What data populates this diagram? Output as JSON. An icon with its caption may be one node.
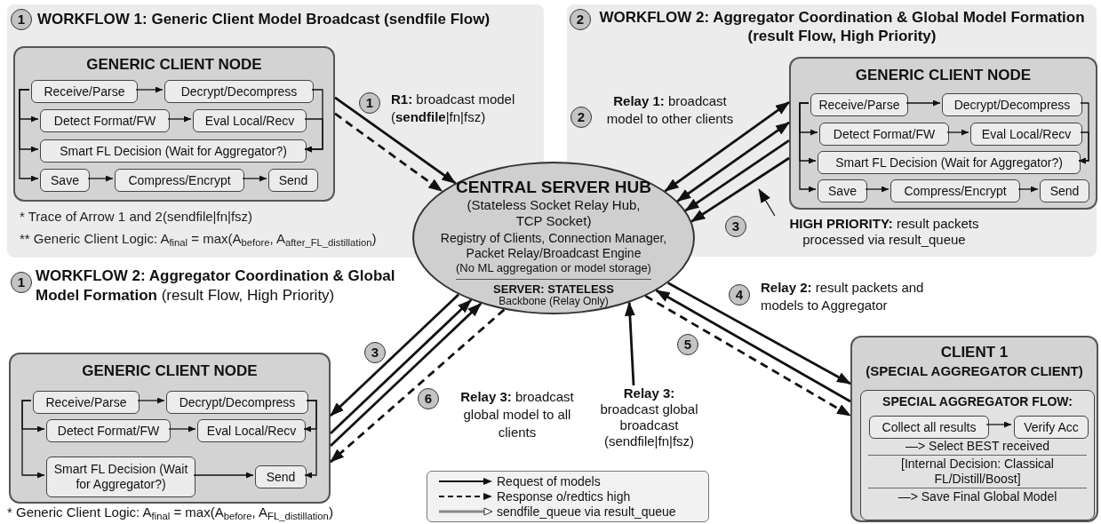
{
  "diagram": {
    "nodes": [
      {
        "text": [
          "WORKFLOW 1: Generic Client Model Broadcast (sendfile Flow)",
          "* Trace of Arrow 1 and 2(sendfile|fn|fsz)",
          "** Generic Client Logic: A$_{final}$ = max(A$_{before}$, A$_{after_FL_distillation}$)"
        ]
      },
      {
        "text": [
          "GENERIC CLIENT NODE"
        ],
        "in": 0
      },
      {
        "text": [
          "Receive/Parse"
        ],
        "in": 1
      },
      {
        "text": [
          "Decrypt/Decompress"
        ],
        "in": 1
      },
      {
        "text": [
          "Detect Format/FW"
        ],
        "in": 1
      },
      {
        "text": [
          "Eval Local/Recv"
        ],
        "in": 1
      },
      {
        "text": [
          "Smart FL Decision (Wait for Aggregator?)"
        ],
        "in": 1
      },
      {
        "text": [
          "Save"
        ],
        "in": 1
      },
      {
        "text": [
          "Compress/Encrypt"
        ],
        "in": 1
      },
      {
        "text": [
          "Send"
        ],
        "in": 1
      },
      {
        "text": [
          "WORKFLOW 2: Aggregator Coordination & Global Model Formation (result Flow, High Priority)"
        ]
      },
      {
        "text": [
          "GENERIC CLIENT NODE"
        ],
        "in": 10
      },
      {
        "text": [
          "Receive/Parse"
        ],
        "in": 11
      },
      {
        "text": [
          "Decrypt/Decompress"
        ],
        "in": 11
      },
      {
        "text": [
          "Detect Format/FW"
        ],
        "in": 11
      },
      {
        "text": [
          "Eval Local/Recv"
        ],
        "in": 11
      },
      {
        "text": [
          "Smart FL Decision (Wait for Aggregator?)"
        ],
        "in": 11
      },
      {
        "text": [
          "Save"
        ],
        "in": 11
      },
      {
        "text": [
          "Compress/Encrypt"
        ],
        "in": 11
      },
      {
        "text": [
          "Send"
        ],
        "in": 11
      },
      {
        "text": [
          "CENTRAL SERVER HUB",
          "(Stateless Socket Relay Hub, TCP Socket)",
          "Registry of Clients, Connection Manager, Packet Relay/Broadcast Engine",
          "(No ML aggregation or model storage)",
          "SERVER: STATELESS",
          "Backbone (Relay Only)"
        ]
      },
      {
        "text": [
          "GENERIC CLIENT NODE"
        ]
      },
      {
        "text": [
          "Receive/Parse"
        ],
        "in": 21
      },
      {
        "text": [
          "Decrypt/Decompress"
        ],
        "in": 21
      },
      {
        "text": [
          "Detect Format/FW"
        ],
        "in": 21
      },
      {
        "text": [
          "Eval Local/Recv"
        ],
        "in": 21
      },
      {
        "text": [
          "Smart FL Decision (Wait for Aggregator?)"
        ],
        "in": 21
      },
      {
        "text": [
          "Send"
        ],
        "in": 21
      },
      {
        "text": [
          "CLIENT 1",
          "(SPECIAL AGGREGATOR CLIENT)"
        ]
      },
      {
        "text": [
          "SPECIAL AGGREGATOR FLOW:",
          "—> Select BEST received",
          "[Internal Decision: Classical FL/Distill/Boost]",
          "—> Save Final Global Model"
        ],
        "in": 28
      },
      {
        "text": [
          "Collect all results"
        ],
        "in": 29
      },
      {
        "text": [
          "Verify Acc"
        ],
        "in": 29
      },
      {
        "text": [
          "**HIGH PRIORITY:** result packets processed via result_queue"
        ],
        "in": 10
      },
      {
        "text": [
          "**Relay 3:** broadcast global broadcast (sendfile|fn|fsz)"
        ]
      }
    ],
    "edges": [
      {
        "from": 2,
        "to": 3,
        "arrow": "to"
      },
      {
        "from": 4,
        "to": 5,
        "arrow": "to"
      },
      {
        "from": 7,
        "to": 8,
        "arrow": "to"
      },
      {
        "from": 8,
        "to": 9,
        "arrow": "to"
      },
      {
        "from": 2,
        "to": 4,
        "arrow": "to"
      },
      {
        "from": 2,
        "to": 6,
        "arrow": "to"
      },
      {
        "from": 2,
        "to": 7,
        "arrow": "to"
      },
      {
        "from": 3,
        "to": 6,
        "arrow": "to"
      },
      {
        "from": 5,
        "to": 6,
        "arrow": "to"
      },
      {
        "from": 12,
        "to": 13,
        "arrow": "to"
      },
      {
        "from": 14,
        "to": 15,
        "arrow": "to"
      },
      {
        "from": 17,
        "to": 18,
        "arrow": "to"
      },
      {
        "from": 18,
        "to": 19,
        "arrow": "to"
      },
      {
        "from": 12,
        "to": 14,
        "arrow": "to"
      },
      {
        "from": 12,
        "to": 16,
        "arrow": "to"
      },
      {
        "from": 12,
        "to": 17,
        "arrow": "to"
      },
      {
        "from": 13,
        "to": 16,
        "arrow": "to"
      },
      {
        "from": 15,
        "to": 16,
        "arrow": "to"
      },
      {
        "from": 22,
        "to": 23,
        "arrow": "to"
      },
      {
        "from": 24,
        "to": 25,
        "arrow": "to"
      },
      {
        "from": 26,
        "to": 27,
        "arrow": "to"
      },
      {
        "from": 22,
        "to": 24,
        "arrow": "to"
      },
      {
        "from": 22,
        "to": 26,
        "arrow": "to"
      },
      {
        "from": 23,
        "to": 25,
        "arrow": "to"
      },
      {
        "from": 23,
        "to": 27,
        "arrow": "to"
      },
      {
        "from": 30,
        "to": 31,
        "arrow": "to"
      },
      {
        "from": 1,
        "to": 20,
        "arrow": "to",
        "label": "**R1:** broadcast model (**sendfile**|fn|fsz)"
      },
      {
        "from": 1,
        "to": 20,
        "arrow": "to",
        "style": "dashed"
      },
      {
        "from": 20,
        "to": 11,
        "arrow": "both",
        "label": "**Relay 1:** broadcast model to other clients"
      },
      {
        "from": 20,
        "to": 11,
        "arrow": "both"
      },
      {
        "from": 11,
        "to": 20,
        "arrow": "to"
      },
      {
        "from": 11,
        "to": 20,
        "arrow": "to"
      },
      {
        "from": 32,
        "to": null,
        "arrow": "to"
      },
      {
        "from": 20,
        "to": 28,
        "arrow": "to",
        "label": "**Relay 2:** result packets and models to Aggregator"
      },
      {
        "from": 28,
        "to": 20,
        "arrow": "to"
      },
      {
        "from": 20,
        "to": 28,
        "arrow": "to",
        "style": "dashed"
      },
      {
        "from": 33,
        "to": 20,
        "arrow": "to"
      },
      {
        "from": 20,
        "to": 21,
        "arrow": "to"
      },
      {
        "from": 21,
        "to": 20,
        "arrow": "to"
      },
      {
        "from": 21,
        "to": 20,
        "arrow": "to"
      },
      {
        "from": 20,
        "to": 21,
        "arrow": "to",
        "style": "dashed",
        "label": "**Relay 3:** broadcast global model to all clients"
      }
    ],
    "labels": [
      "1",
      "2",
      "1",
      "2",
      "3",
      "1",
      "**WORKFLOW 2: Aggregator Coordination & Global Model Formation** (result Flow, High Priority)",
      "4",
      "3",
      "5",
      "6",
      "* Generic Client Logic: A$_{final}$ = max(A$_{before}$, A$_{FL_distillation}$)"
    ],
    "legend": [
      {
        "text": "Request of models"
      },
      {
        "text": "Response o/redtics high"
      },
      {
        "text": "sendfile_queue via result_queue"
      }
    ]
  }
}
